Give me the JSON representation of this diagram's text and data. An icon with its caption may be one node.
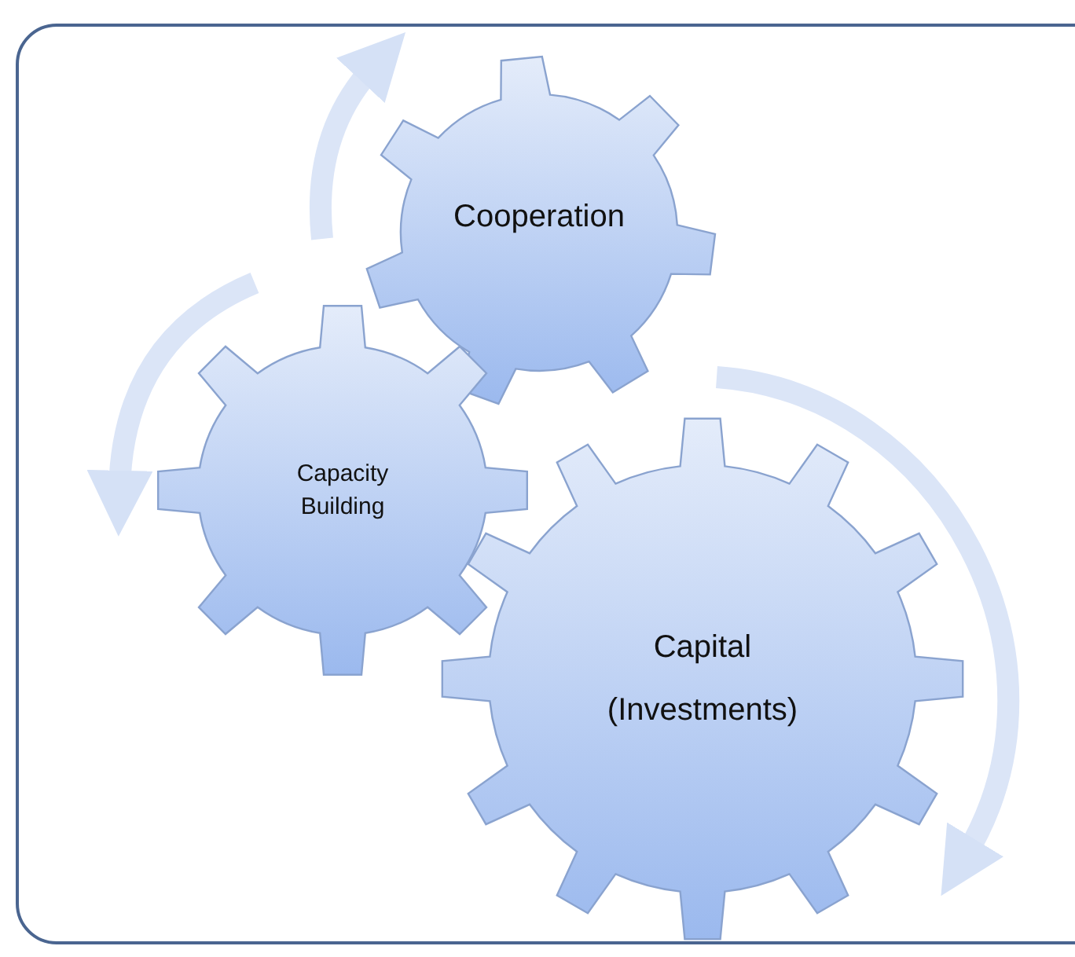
{
  "diagram": {
    "nodes": [
      {
        "text": [
          "Cooperation"
        ]
      },
      {
        "text": [
          "Capacity Building"
        ]
      },
      {
        "text": [
          "Capital (Investments)"
        ]
      }
    ]
  }
}
